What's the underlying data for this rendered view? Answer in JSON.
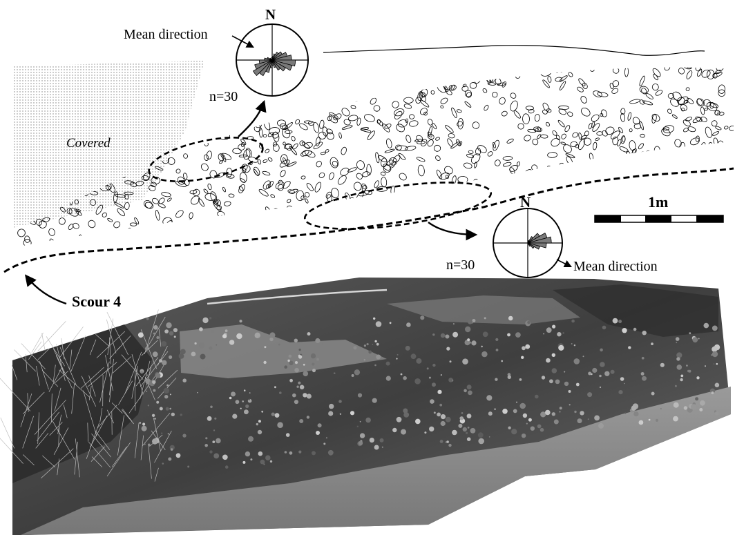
{
  "labels": {
    "covered": "Covered",
    "scour": "Scour 4",
    "scale": "1m"
  },
  "rose_upper": {
    "north": "N",
    "n_label": "n=30",
    "mean_label": "Mean direction",
    "petals": [
      0.15,
      0.25,
      0.35,
      0.45,
      0.6,
      0.75,
      0.9,
      0.8,
      0.6,
      0.45,
      0.3,
      0.2,
      0.3,
      0.5,
      0.7,
      0.85,
      0.7,
      0.5,
      0.3,
      0.2,
      0.1,
      0.05,
      0.05,
      0.1
    ],
    "mean_bearing_deg": 300
  },
  "rose_lower": {
    "north": "N",
    "n_label": "n=30",
    "mean_label": "Mean direction",
    "petals": [
      0.0,
      0.1,
      0.3,
      0.55,
      0.8,
      0.95,
      0.75,
      0.5,
      0.3,
      0.15,
      0.05,
      0.0,
      0.0,
      0.0,
      0.0,
      0.0,
      0.0,
      0.0,
      0.0,
      0.0,
      0.0,
      0.0,
      0.0,
      0.0
    ],
    "mean_bearing_deg": 115
  },
  "colors": {
    "ink": "#000000",
    "petal": "#7a7a7a",
    "stipple": "#555555"
  },
  "photo": {
    "description_icon": "field-photo-gravel-outcrop"
  }
}
